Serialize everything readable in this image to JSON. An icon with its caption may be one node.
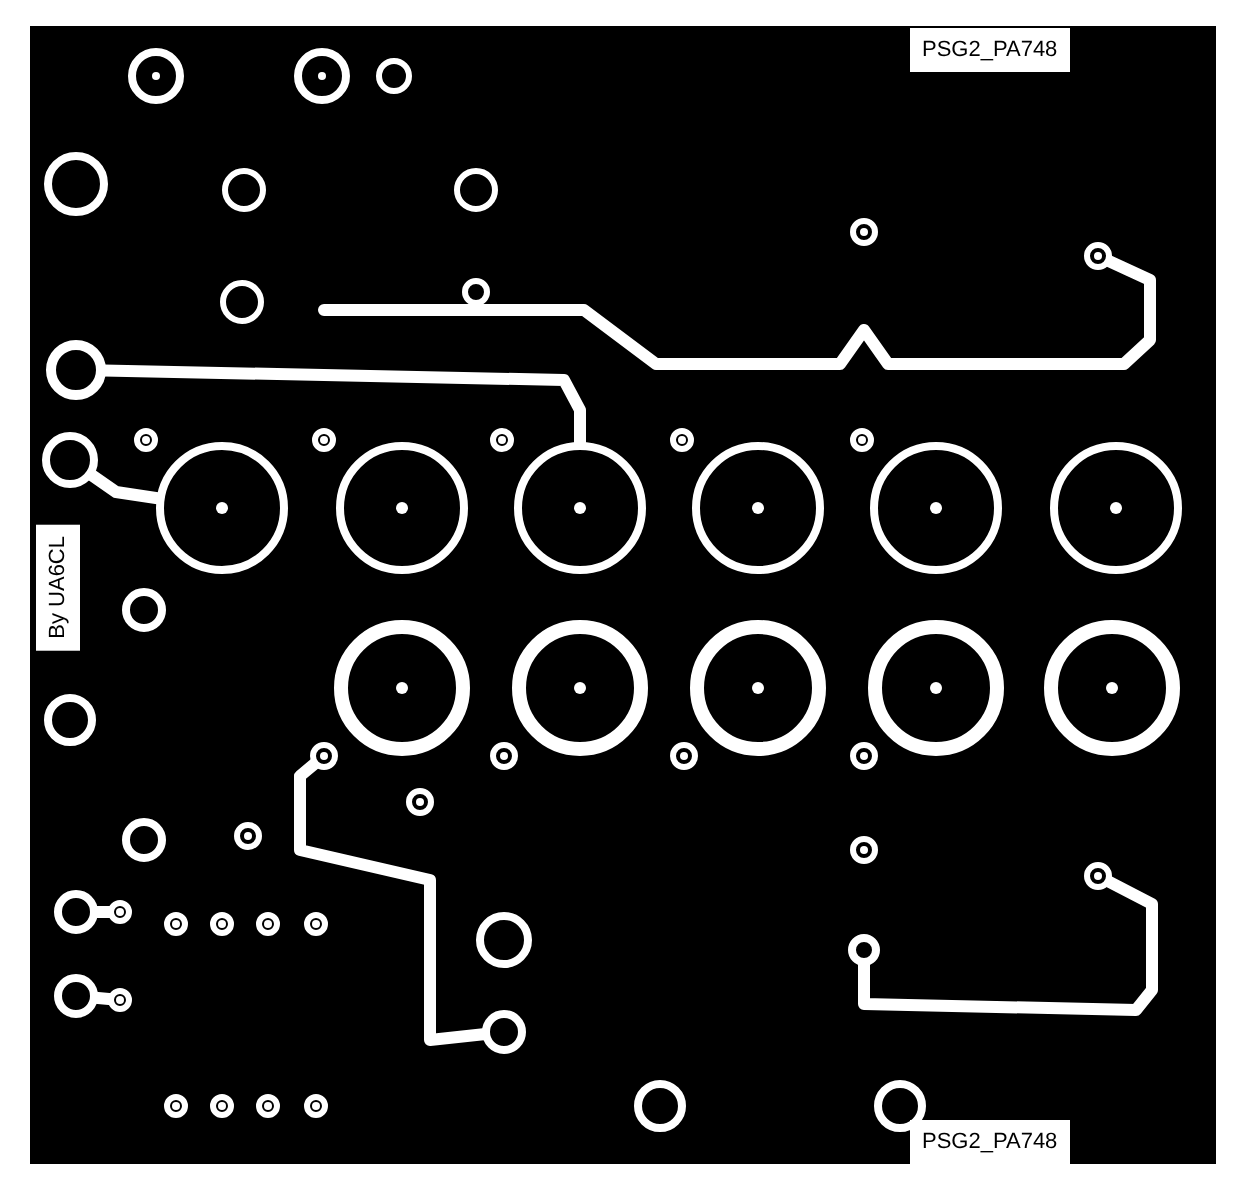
{
  "diagram": {
    "labels": [
      "PSG2_PA748",
      "By UA6CL",
      "PSG2_PA748"
    ]
  }
}
